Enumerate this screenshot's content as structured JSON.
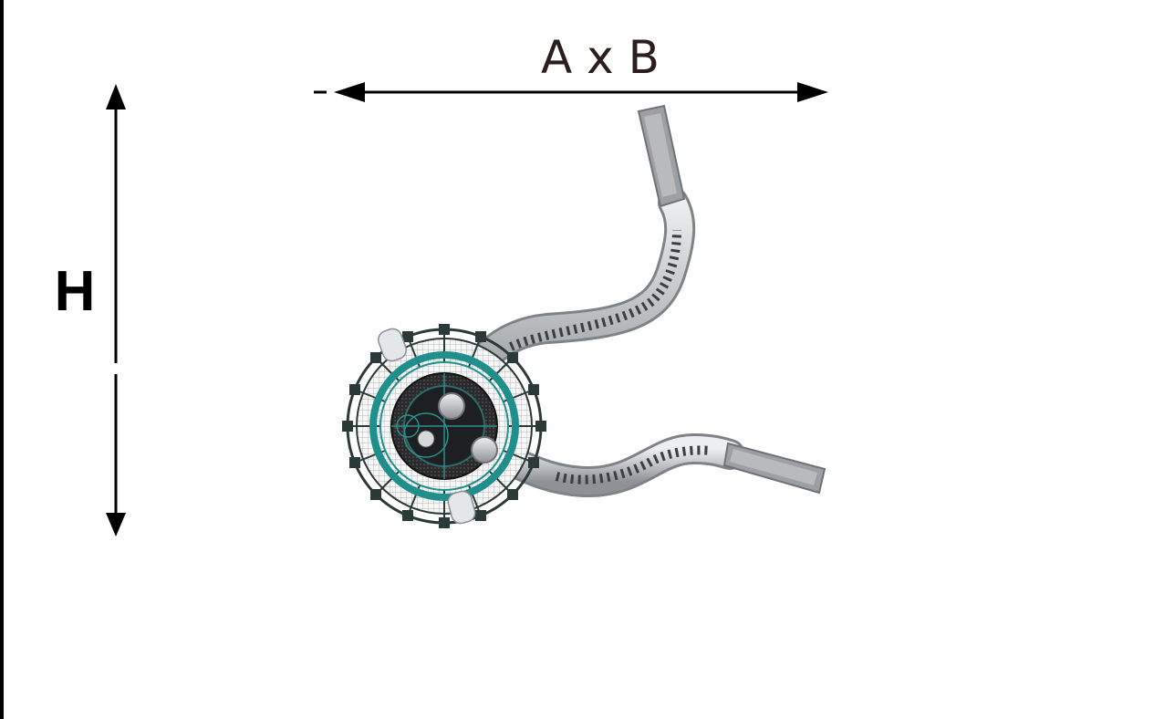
{
  "labels": {
    "width_dimension": "A x B",
    "height_dimension": "H"
  },
  "colors": {
    "accent_teal": "#1f8f8c",
    "frame_dark": "#2b3a36",
    "slide_metal": "#b9bcbf",
    "core_dark": "#1d1f22",
    "dimension_line": "#000000"
  },
  "icons": [
    "playground-tower",
    "tube-slide",
    "dimension-arrow"
  ]
}
